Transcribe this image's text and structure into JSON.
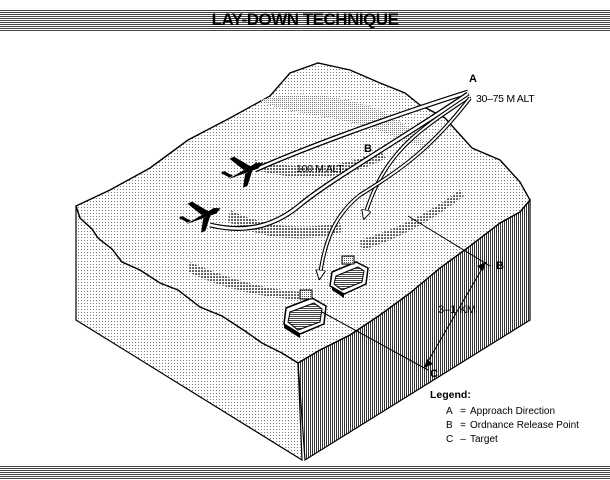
{
  "title": "LAY-DOWN TECHNIQUE",
  "labels": {
    "a": "A",
    "alt_a": "30–75 M ALT",
    "b_top": "B",
    "alt_b": "100 M ALT",
    "b_side": "B",
    "distance": "3–1 KM",
    "c": "C"
  },
  "legend": {
    "title": "Legend:",
    "items": [
      {
        "key": "A",
        "sep": "=",
        "text": "Approach Direction"
      },
      {
        "key": "B",
        "sep": "=",
        "text": "Ordnance Release Point"
      },
      {
        "key": "C",
        "sep": "–",
        "text": "Target"
      }
    ]
  }
}
